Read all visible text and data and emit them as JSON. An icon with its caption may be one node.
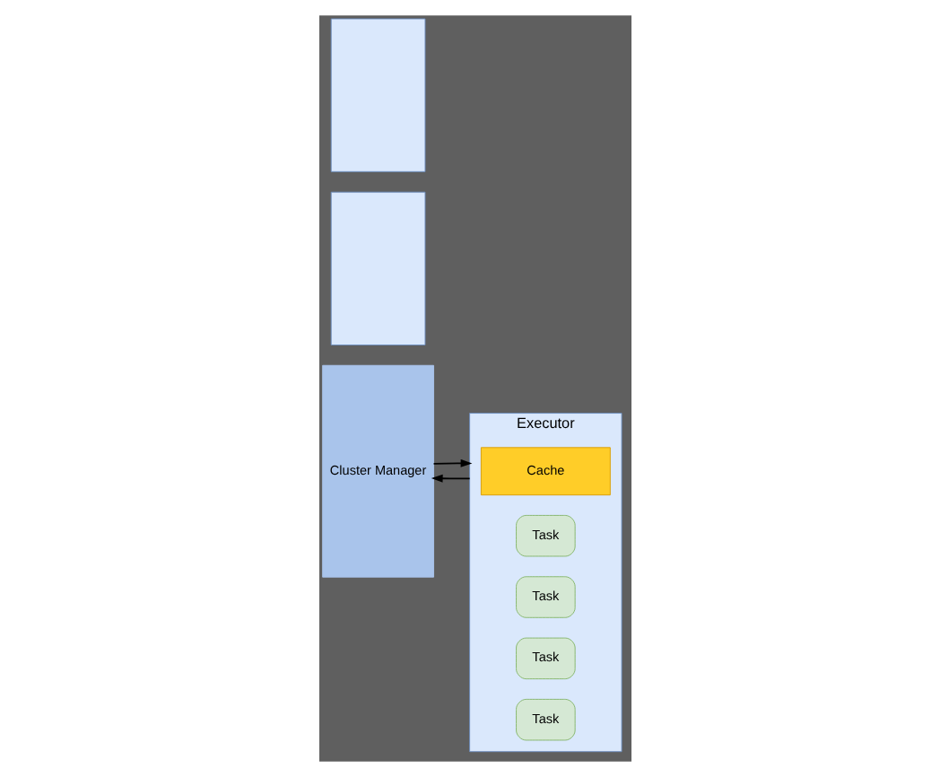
{
  "diagram": {
    "nodes": [
      {
        "text": [
          "Cluster Manager"
        ]
      },
      {
        "text": [],
        "shape": "box"
      },
      {
        "text": [],
        "shape": "box"
      },
      {
        "text": [
          "Executor"
        ]
      },
      {
        "text": [
          "Cache"
        ],
        "in": 3
      },
      {
        "text": [
          "Task"
        ],
        "in": 3
      },
      {
        "text": [
          "Task"
        ],
        "in": 3
      },
      {
        "text": [
          "Task"
        ],
        "in": 3
      },
      {
        "text": [
          "Task"
        ],
        "in": 3
      }
    ],
    "edges": [
      {
        "from": 0,
        "to": 3,
        "arrow": "to"
      },
      {
        "from": 3,
        "to": 0,
        "arrow": "to"
      }
    ]
  }
}
